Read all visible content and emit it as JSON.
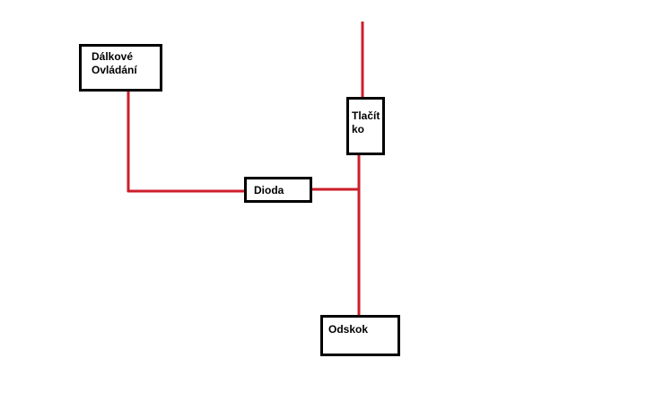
{
  "diagram": {
    "nodes": {
      "remote": {
        "label": "Dálkové Ovládání"
      },
      "button": {
        "label": "Tlačítko"
      },
      "diode": {
        "label": "Dioda"
      },
      "odskok": {
        "label": "Odskok"
      }
    },
    "colors": {
      "wire": "#cc1e2a",
      "box_border": "#000000",
      "background": "#ffffff"
    }
  }
}
